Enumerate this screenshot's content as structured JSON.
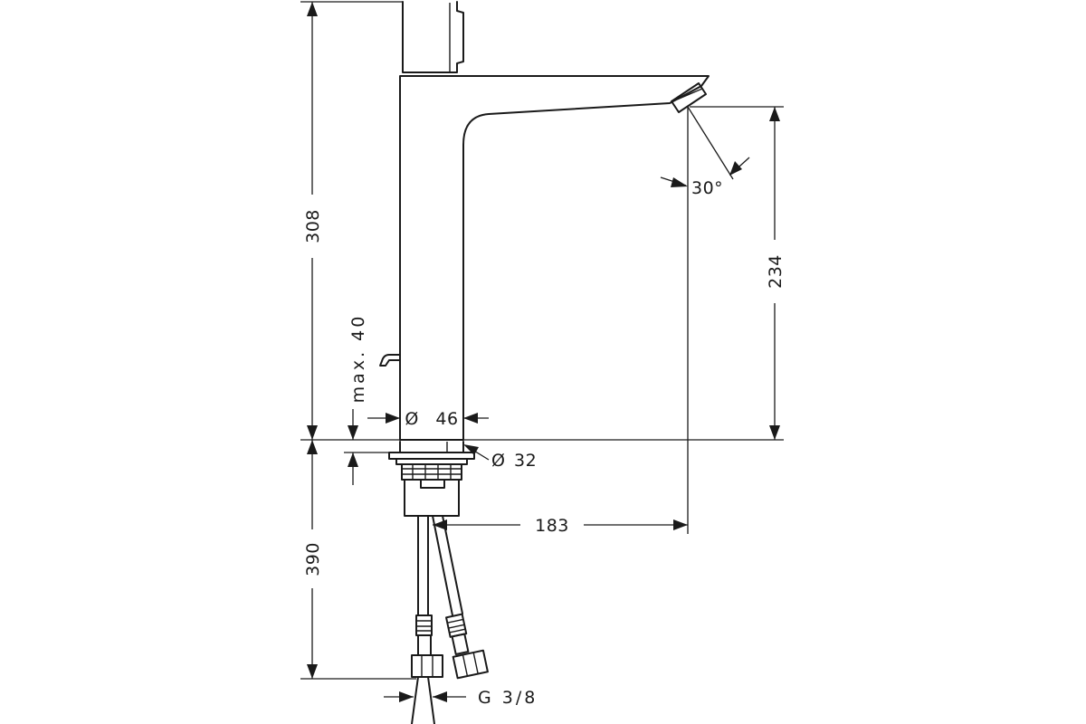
{
  "dimensions": {
    "height_total": "308",
    "height_spout": "234",
    "deck_max": "max. 40",
    "diameter_body": "Ø 46",
    "diameter_shank": "Ø 32",
    "projection": "183",
    "hose_length": "390",
    "connection": "G 3/8",
    "spray_angle": "30°"
  }
}
